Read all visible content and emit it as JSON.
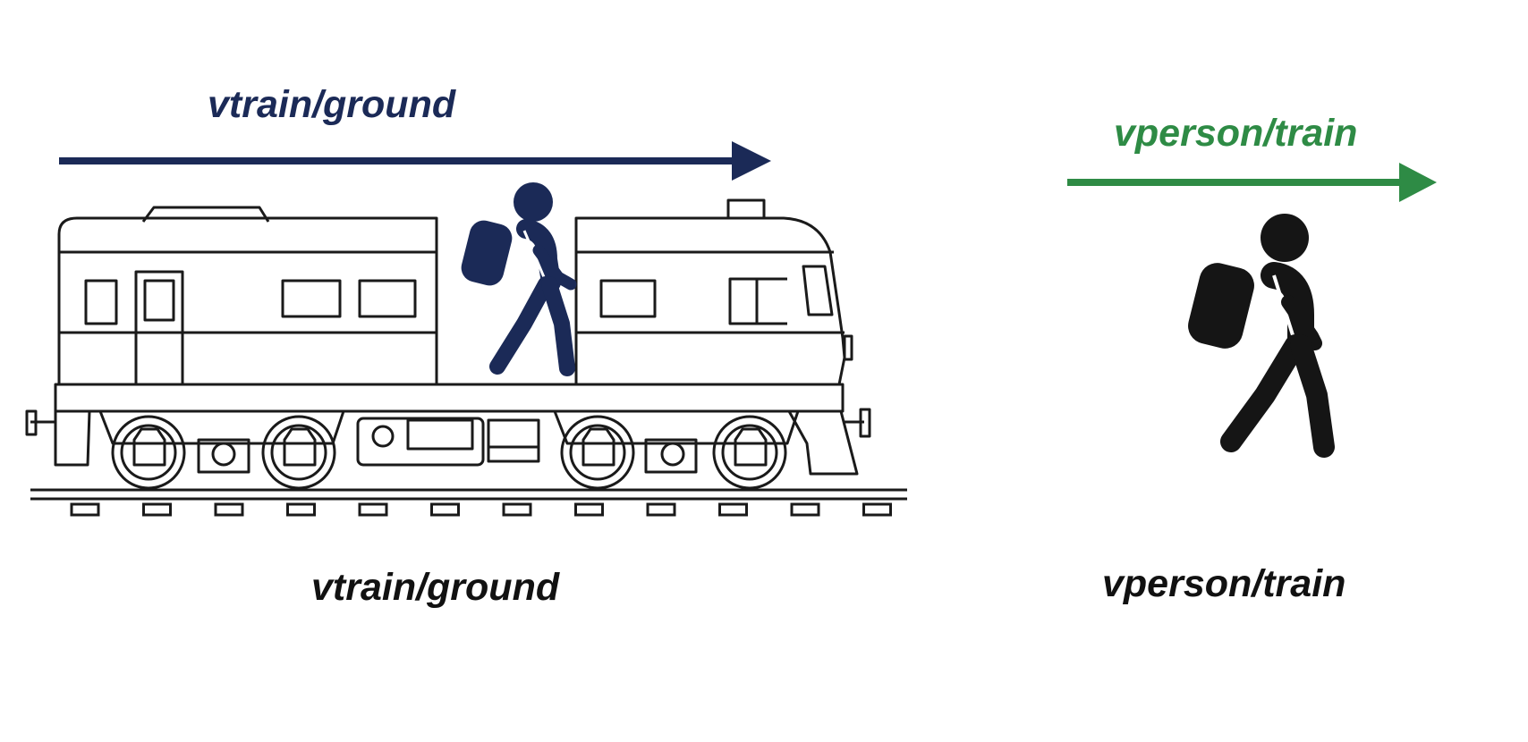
{
  "labels": {
    "train_velocity_top": "vtrain/ground",
    "person_velocity_top": "vperson/train",
    "train_velocity_bottom": "vtrain/ground",
    "person_velocity_bottom": "vperson/train"
  },
  "colors": {
    "train_arrow": "#1b2a57",
    "person_arrow": "#2e8b45",
    "outline": "#1a1a1a",
    "person_on_train": "#1b2a57",
    "person_standalone": "#151515",
    "background": "#ffffff"
  },
  "icons": [
    "train-icon",
    "walking-person-icon",
    "walking-person-icon"
  ]
}
